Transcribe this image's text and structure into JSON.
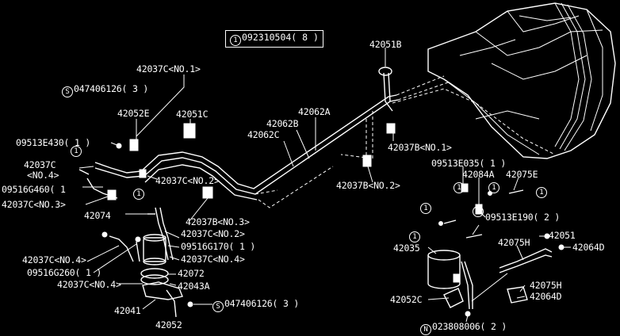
{
  "header_code": {
    "mark": "1",
    "text": "092310504( 8 )"
  },
  "labels": {
    "p42051B": "42051B",
    "p42037C_no1": "42037C<NO.1>",
    "p047406126_top": "047406126( 3 )",
    "p42052E": "42052E",
    "p42051C": "42051C",
    "p42062A": "42062A",
    "p42062B": "42062B",
    "p42062C": "42062C",
    "p09513E430": "09513E430( 1 )",
    "p42037C_no4_a": "42037C",
    "p42037C_no4_b": "<NO.4>",
    "p09516G460": "09516G460( 1",
    "p42037C_no3": "42037C<NO.3>",
    "p42037C_no2_top": "42037C<NO.2>",
    "p42037B_no1": "42037B<NO.1>",
    "p42037B_no2": "42037B<NO.2>",
    "p09513E035": "09513E035( 1 )",
    "p42084A": "42084A",
    "p42075E": "42075E",
    "p42074": "42074",
    "p42037B_no3": "42037B<NO.3>",
    "p42037C_no2_mid": "42037C<NO.2>",
    "p09516G170": "09516G170( 1 )",
    "p42037C_no4_mid": "42037C<NO.4>",
    "p42072": "42072",
    "p42043A": "42043A",
    "p42037C_no4_left": "42037C<NO.4>",
    "p09516G260": "09516G260( 1 )",
    "p42037C_no4_low": "42037C<NO.4>",
    "p42041": "42041",
    "p42052": "42052",
    "p047406126_bot": "047406126( 3 )",
    "p09513E190": "09513E190( 2 )",
    "p42075H_top": "42075H",
    "p42051": "42051",
    "p42035": "42035",
    "p42064D_right": "42064D",
    "p42075H_low": "42075H",
    "p42064D_low": "42064D",
    "p42052C": "42052C",
    "p023808006": "023808006( 2 )"
  },
  "marks": {
    "S": "S",
    "N": "N",
    "one": "1"
  }
}
